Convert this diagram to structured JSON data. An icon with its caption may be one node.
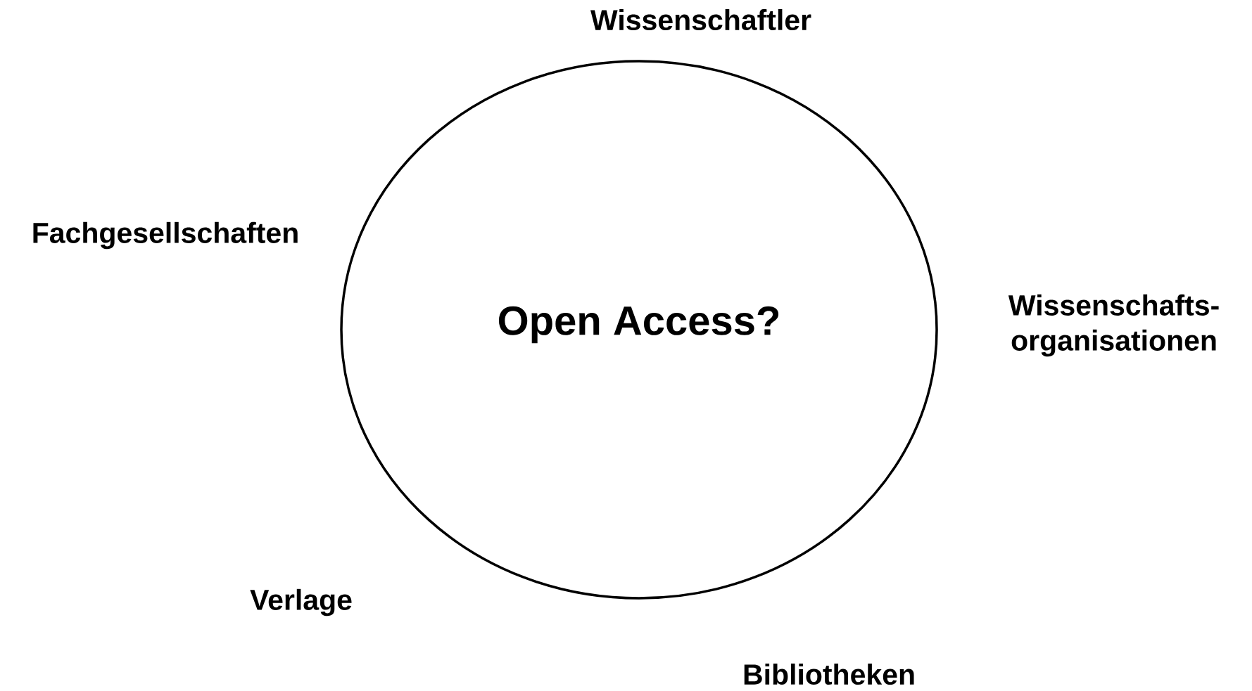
{
  "diagram": {
    "nodes": [
      {
        "text": [
          "Open Access?"
        ]
      }
    ],
    "labels": [
      "Wissenschaftler",
      "Fachgesellschaften",
      "Wissenschafts-organisationen",
      "Verlage",
      "Bibliotheken"
    ]
  }
}
